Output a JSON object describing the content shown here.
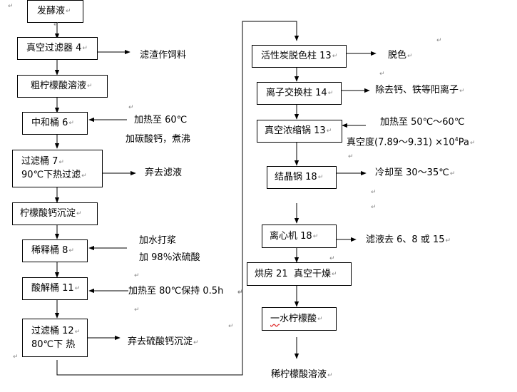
{
  "title": "柠檬酸提取工艺流程图",
  "left_column": [
    {
      "id": "fermentation-broth",
      "label": "发酵液"
    },
    {
      "id": "vacuum-filter",
      "label": "真空过滤器 4"
    },
    {
      "id": "crude-citric-solution",
      "label": "粗柠檬酸溶液"
    },
    {
      "id": "neutralization-tank",
      "label": "中和桶 6"
    },
    {
      "id": "filter-tank-7",
      "line1": "过滤桶 7",
      "line2": "90℃下热过滤"
    },
    {
      "id": "calcium-citrate-precipitate",
      "label": "柠檬酸钙沉淀"
    },
    {
      "id": "dilution-tank",
      "label": "稀释桶 8"
    },
    {
      "id": "acidolysis-tank",
      "label": "酸解桶 11"
    },
    {
      "id": "filter-tank-12",
      "line1": "过滤桶 12",
      "line2": "80℃下 热"
    }
  ],
  "left_annotations": {
    "vacuum_filter_out": "滤渣作饲料",
    "neutralization_in_1": "加热至 60℃",
    "neutralization_in_2": "加碳酸钙，煮沸",
    "filter7_out": "弃去滤液",
    "dilution_in_1": "加水打浆",
    "dilution_in_2": "加 98％浓硫酸",
    "acidolysis_in": "加热至 80℃保持 0.5h",
    "filter12_out": "弃去硫酸钙沉淀"
  },
  "right_column": [
    {
      "id": "activated-carbon-column",
      "label": "活性炭脱色柱 13"
    },
    {
      "id": "ion-exchange-column",
      "label": "离子交换柱 14"
    },
    {
      "id": "vacuum-concentrator",
      "label": "真空浓缩锅 13"
    },
    {
      "id": "crystallizer",
      "label": "结晶锅 18"
    },
    {
      "id": "centrifuge",
      "label": "离心机 18"
    },
    {
      "id": "drying-room",
      "label": "烘房 21  真空干燥"
    },
    {
      "id": "citric-monohydrate",
      "label_prefix": "一",
      "label_rest": "水柠檬酸"
    }
  ],
  "right_annotations": {
    "carbon_out": "脱色",
    "ion_out": "除去钙、铁等阳离子",
    "concentrator_in": "加热至 50℃～60℃",
    "concentrator_vacuum_prefix": "真空度(7.89～9.31) ×10",
    "concentrator_vacuum_exp": "4",
    "concentrator_vacuum_unit": "Pa",
    "crystallizer_out": "冷却至 30～35℃",
    "centrifuge_out": "滤液去 6、8 或 15",
    "final_product": "稀柠檬酸溶液"
  },
  "paragraph_mark": "↵"
}
